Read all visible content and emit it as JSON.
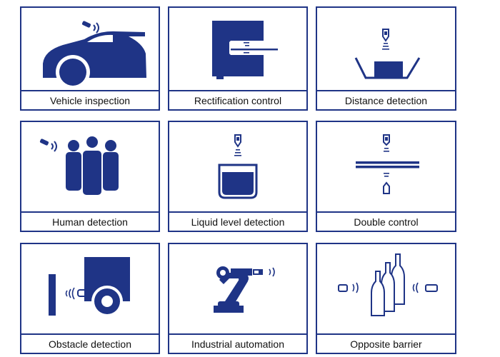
{
  "colors": {
    "accent": "#1f3486",
    "border": "#1f3486",
    "text": "#111111",
    "background": "#ffffff"
  },
  "tiles": [
    {
      "label": "Vehicle inspection",
      "icon": "car-with-sensor-icon"
    },
    {
      "label": "Rectification control",
      "icon": "c-frame-sensor-icon"
    },
    {
      "label": "Distance detection",
      "icon": "sensor-over-container-icon"
    },
    {
      "label": "Human detection",
      "icon": "people-with-sensor-icon"
    },
    {
      "label": "Liquid level detection",
      "icon": "liquid-container-icon"
    },
    {
      "label": "Double control",
      "icon": "double-sheet-sensor-icon"
    },
    {
      "label": "Obstacle detection",
      "icon": "truck-obstacle-icon"
    },
    {
      "label": "Industrial automation",
      "icon": "robot-arm-icon"
    },
    {
      "label": "Opposite barrier",
      "icon": "bottles-barrier-icon"
    }
  ]
}
